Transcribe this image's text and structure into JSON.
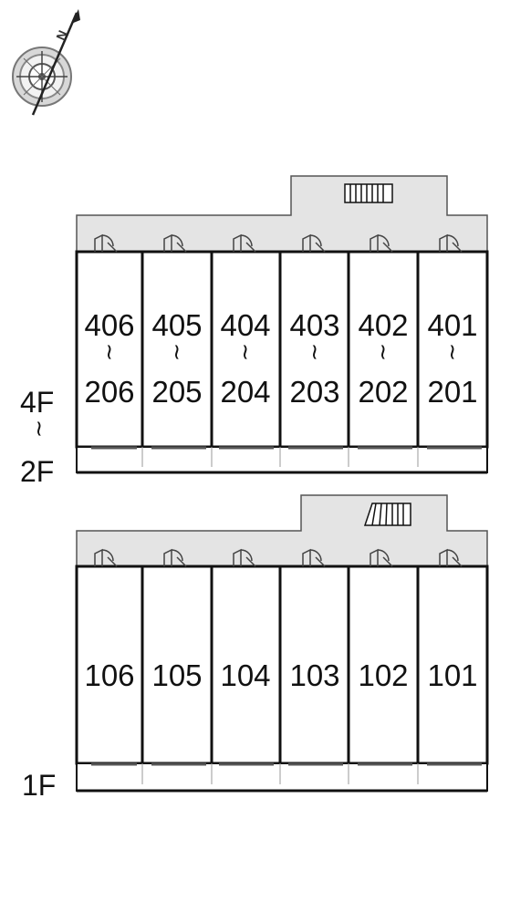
{
  "compass": {
    "north_label": "N"
  },
  "upper_block": {
    "floor_label_top": "4F",
    "floor_label_sep": "~",
    "floor_label_bottom": "2F",
    "units": [
      {
        "top": "406",
        "sep": "~",
        "bottom": "206"
      },
      {
        "top": "405",
        "sep": "~",
        "bottom": "205"
      },
      {
        "top": "404",
        "sep": "~",
        "bottom": "204"
      },
      {
        "top": "403",
        "sep": "~",
        "bottom": "203"
      },
      {
        "top": "402",
        "sep": "~",
        "bottom": "202"
      },
      {
        "top": "401",
        "sep": "~",
        "bottom": "201"
      }
    ]
  },
  "lower_block": {
    "floor_label": "1F",
    "units": [
      {
        "label": "106"
      },
      {
        "label": "105"
      },
      {
        "label": "104"
      },
      {
        "label": "103"
      },
      {
        "label": "102"
      },
      {
        "label": "101"
      }
    ]
  },
  "colors": {
    "corridor": "#e4e4e4",
    "line": "#111111",
    "door": "#444444"
  }
}
